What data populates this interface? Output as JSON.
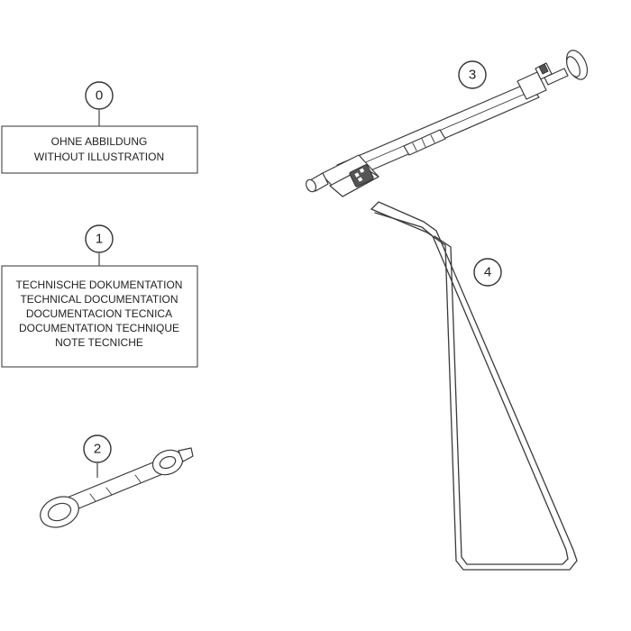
{
  "callouts": [
    {
      "id": "0",
      "label": "0"
    },
    {
      "id": "1",
      "label": "1"
    },
    {
      "id": "2",
      "label": "2"
    },
    {
      "id": "3",
      "label": "3"
    },
    {
      "id": "4",
      "label": "4"
    }
  ],
  "boxes": {
    "no_illustration": {
      "lines": [
        "OHNE ABBILDUNG",
        "WITHOUT ILLUSTRATION"
      ]
    },
    "technical_documentation": {
      "lines": [
        "TECHNISCHE DOKUMENTATION",
        "TECHNICAL DOCUMENTATION",
        "DOCUMENTACION TECNICA",
        "DOCUMENTATION TECHNIQUE",
        "NOTE TECNICHE"
      ]
    }
  },
  "parts": {
    "wrench": {
      "icon": "combination-wrench-icon"
    },
    "pump": {
      "icon": "air-pump-icon"
    },
    "stand": {
      "icon": "triangle-stand-icon"
    }
  },
  "colors": {
    "line": "#3a3a3a",
    "background": "#ffffff"
  }
}
